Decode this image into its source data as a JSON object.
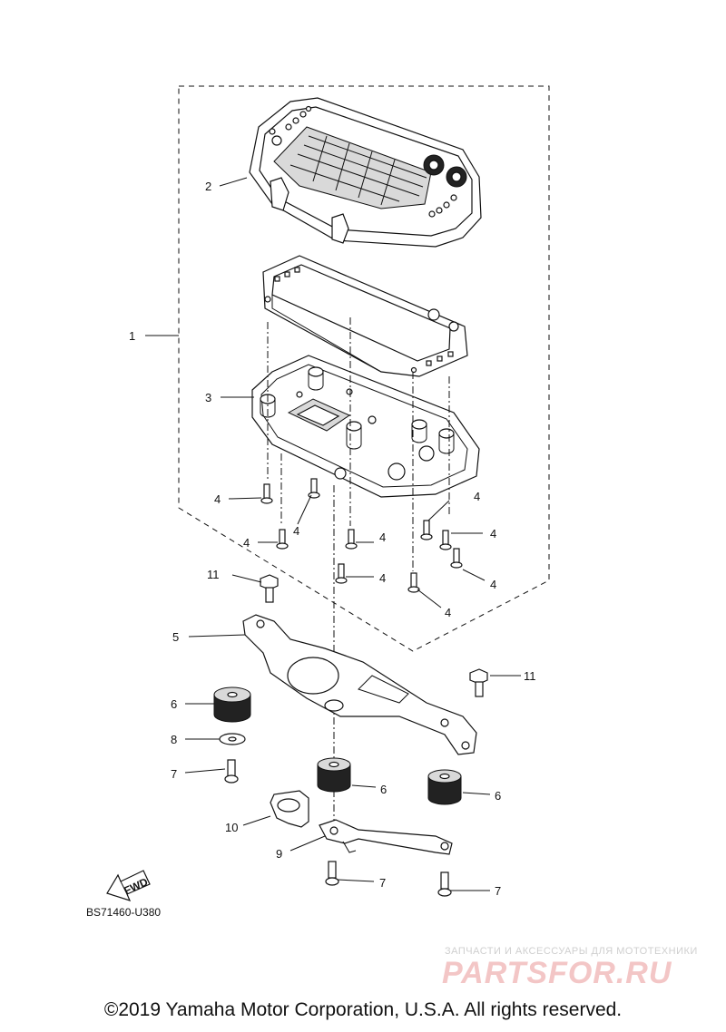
{
  "callouts": {
    "c1": "1",
    "c2": "2",
    "c3": "3",
    "c4": "4",
    "c5": "5",
    "c6": "6",
    "c7": "7",
    "c8": "8",
    "c9": "9",
    "c10": "10",
    "c11": "11"
  },
  "fwd_label": "FWD",
  "diagram_code": "BS71460-U380",
  "watermark": {
    "tagline": "ЗАПЧАСТИ И АКСЕССУАРЫ ДЛЯ МОТОТЕХНИКИ",
    "logo": "PARTSFOR.RU"
  },
  "copyright": "©2019 Yamaha Motor Corporation, U.S.A. All rights reserved."
}
